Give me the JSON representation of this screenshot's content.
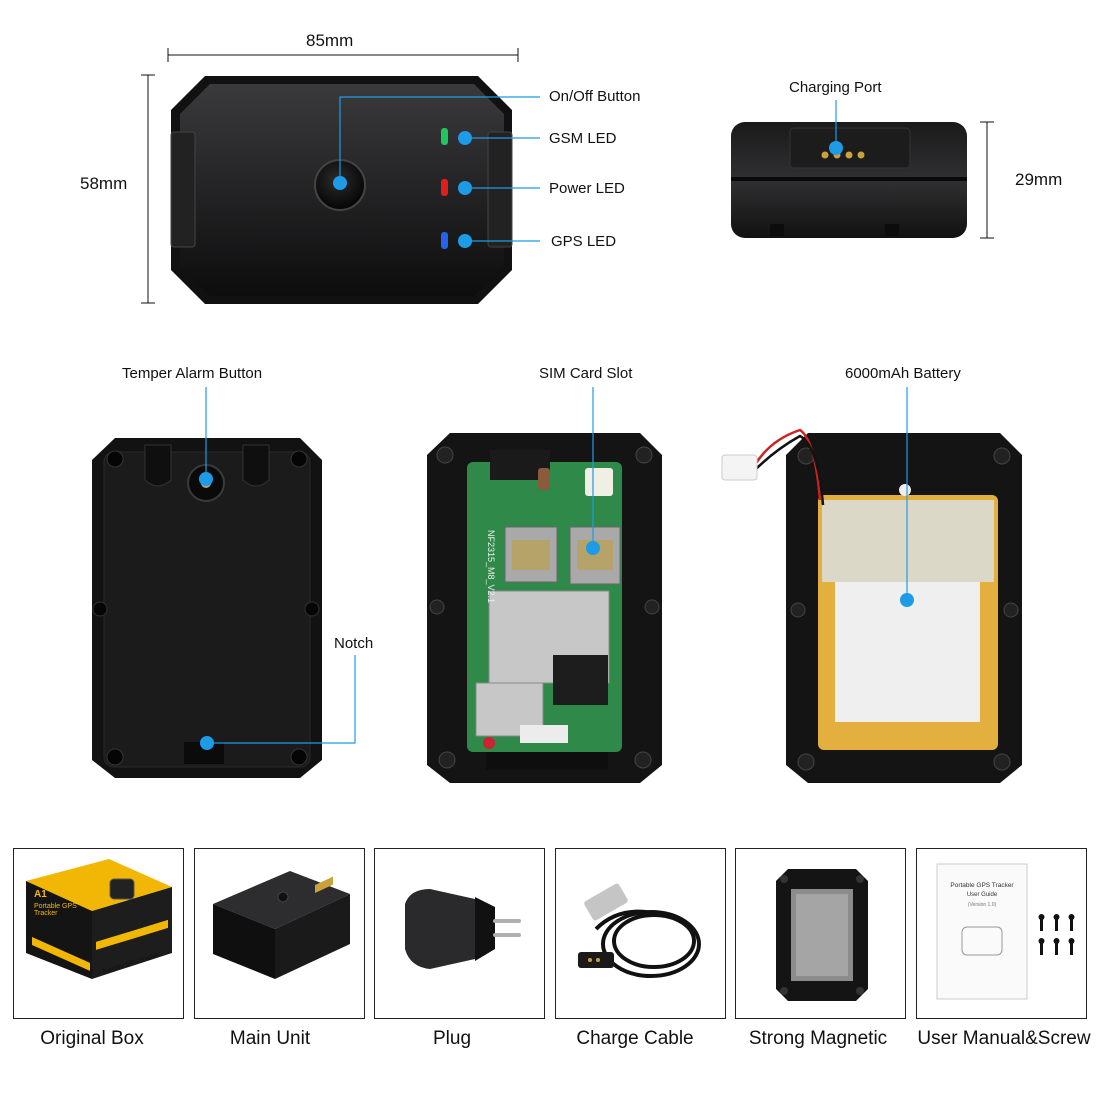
{
  "dimensions": {
    "width": "85mm",
    "height": "58mm",
    "depth": "29mm"
  },
  "front_labels": {
    "on_off": "On/Off Button",
    "gsm": "GSM LED",
    "power": "Power LED",
    "gps": "GPS LED"
  },
  "side_labels": {
    "charging": "Charging Port"
  },
  "back_labels": {
    "tamper": "Temper Alarm Button",
    "notch": "Notch"
  },
  "inside_labels": {
    "sim": "SIM Card Slot",
    "battery": "6000mAh Battery"
  },
  "pcb_text": {
    "model": "NF2315_M8_V2.1"
  },
  "package": {
    "items": [
      {
        "name": "Original Box",
        "box_text_top": "A1",
        "box_text_title": "Portable GPS Tracker",
        "box_text_side": "Portable GPS Tracker"
      },
      {
        "name": "Main Unit"
      },
      {
        "name": "Plug"
      },
      {
        "name": "Charge Cable"
      },
      {
        "name": "Strong Magnetic"
      },
      {
        "name": "User Manual&Screw",
        "manual_title": "Portable GPS Tracker",
        "manual_subtitle": "User Guide",
        "manual_version": "(Version 1.0)"
      }
    ]
  },
  "colors": {
    "accent_dot": "#1e9be6",
    "gsm_led": "#22c55e",
    "power_led": "#e11d1d",
    "gps_led": "#2563eb"
  }
}
